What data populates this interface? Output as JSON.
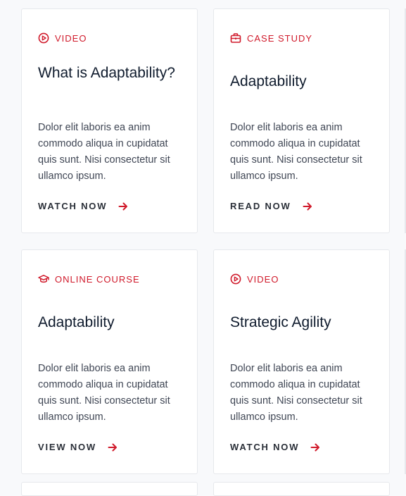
{
  "cards": [
    {
      "tag": "VIDEO",
      "tag_icon": "play-circle-icon",
      "title": "What is Adaptability?",
      "description": "Dolor elit laboris ea anim commodo aliqua in cupidatat quis sunt. Nisi consectetur sit ullamco ipsum.",
      "cta": "WATCH NOW"
    },
    {
      "tag": "CASE STUDY",
      "tag_icon": "briefcase-icon",
      "title": "Adaptability",
      "description": "Dolor elit laboris ea anim commodo aliqua in cupidatat quis sunt. Nisi consectetur sit ullamco ipsum.",
      "cta": "READ NOW"
    },
    {
      "tag": "ONLINE COURSE",
      "tag_icon": "graduation-cap-icon",
      "title": "Adaptability",
      "description": "Dolor elit laboris ea anim commodo aliqua in cupidatat quis sunt. Nisi consectetur sit ullamco ipsum.",
      "cta": "VIEW NOW"
    },
    {
      "tag": "VIDEO",
      "tag_icon": "play-circle-icon",
      "title": "Strategic Agility",
      "description": "Dolor elit laboris ea anim commodo aliqua in cupidatat quis sunt. Nisi consectetur sit ullamco ipsum.",
      "cta": "WATCH NOW"
    }
  ],
  "colors": {
    "accent": "#d0192a",
    "title": "#0f1b2d",
    "body_text": "#3f4654",
    "background": "#f8f9fb",
    "card_border": "#e6e8ec"
  }
}
